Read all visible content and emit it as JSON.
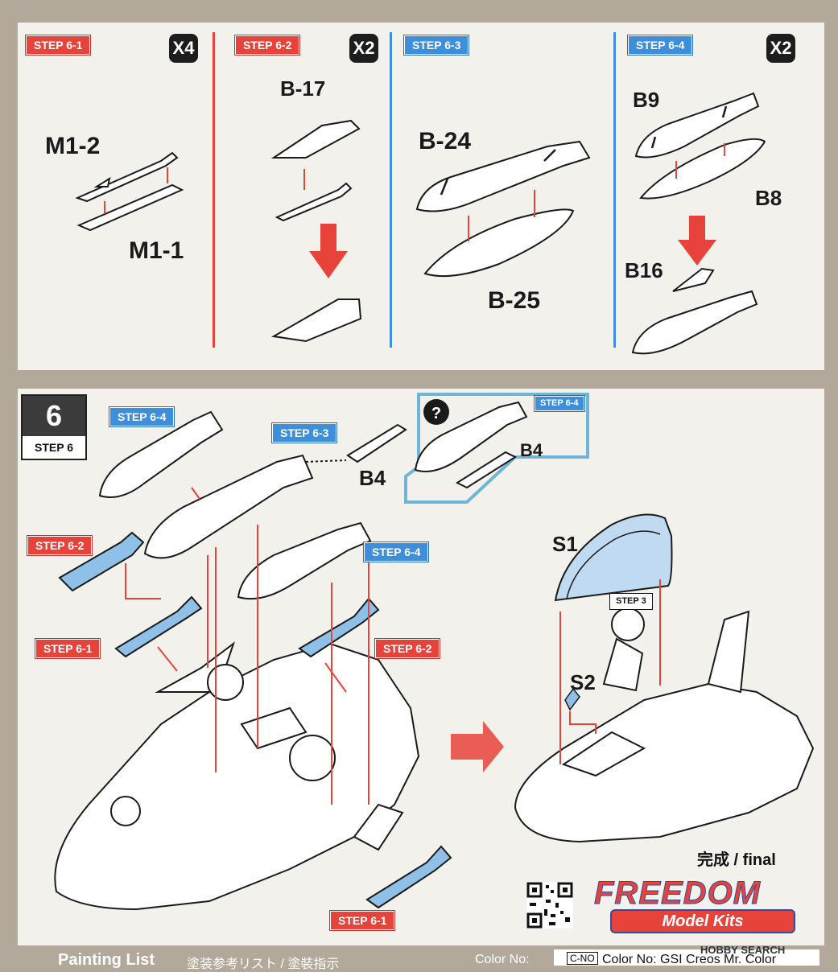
{
  "top_panel": {
    "sections": [
      {
        "step": "STEP 6-1",
        "multiplier": "X4",
        "parts": [
          "M1-2",
          "M1-1"
        ]
      },
      {
        "step": "STEP 6-2",
        "multiplier": "X2",
        "parts": [
          "B-17"
        ]
      },
      {
        "step": "STEP 6-3",
        "multiplier": "",
        "parts": [
          "B-24",
          "B-25"
        ]
      },
      {
        "step": "STEP 6-4",
        "multiplier": "X2",
        "parts": [
          "B9",
          "B8",
          "B16"
        ]
      }
    ]
  },
  "main_panel": {
    "step_number": "6",
    "step_label": "STEP 6",
    "callouts": {
      "step_6_4_left": "STEP 6-4",
      "step_6_3": "STEP 6-3",
      "step_6_2_left": "STEP 6-2",
      "step_6_4_mid": "STEP 6-4",
      "step_6_1_left": "STEP 6-1",
      "step_6_2_right": "STEP 6-2",
      "step_6_1_bottom": "STEP 6-1",
      "step_6_4_box": "STEP 6-4",
      "step_3": "STEP 3"
    },
    "part_labels": {
      "b4_left": "B4",
      "b4_box": "B4",
      "s1": "S1",
      "s2": "S2"
    },
    "question_icon": "?",
    "final_label": "完成 / final"
  },
  "brand": {
    "line1": "FREEDOM",
    "line2": "Model Kits"
  },
  "footer": {
    "painting_list": "Painting List",
    "painting_list_jp": "塗装参考リスト / 塗裝指示",
    "color_no": "Color No:",
    "cno_tag": "C-NO",
    "gsi": "Color No: GSI Creos Mr. Color"
  },
  "watermark": "HOBBY SEARCH",
  "colors": {
    "red": "#e8433a",
    "blue": "#3d8fdb",
    "part_blue": "#8fc0e8",
    "panel": "#f3f1ec",
    "background": "#b3a99a"
  }
}
